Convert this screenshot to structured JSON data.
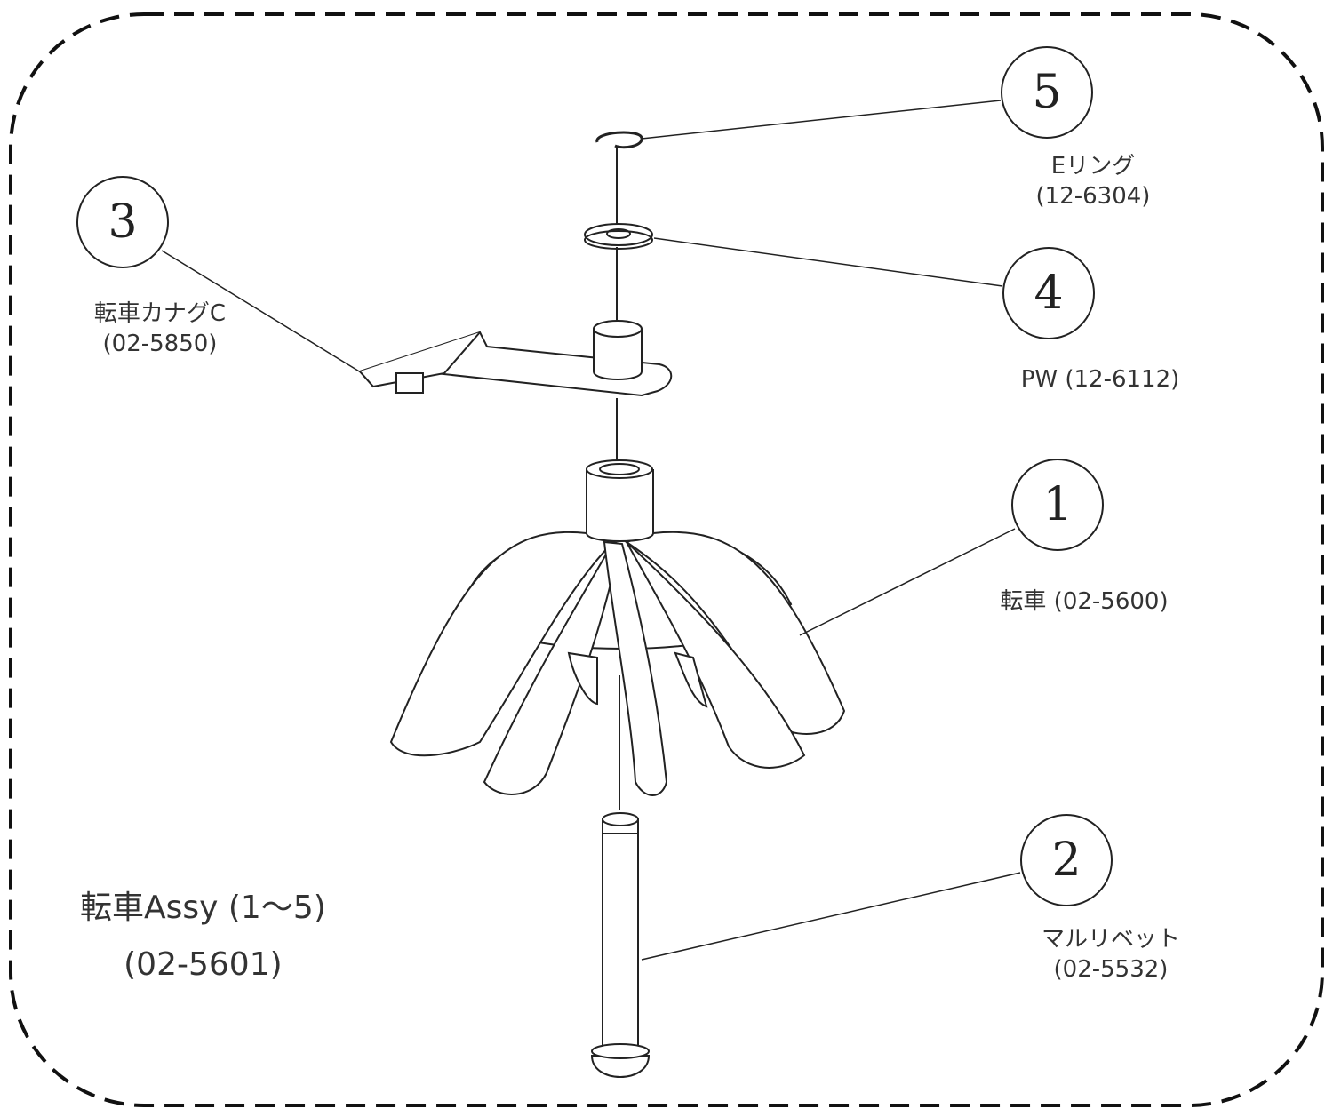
{
  "callouts": [
    {
      "number": "5",
      "name": "Eリング",
      "code": "(12-6304)"
    },
    {
      "number": "4",
      "name": "PW",
      "code": "(12-6112)"
    },
    {
      "number": "3",
      "name": "転車カナグC",
      "code": "(02-5850)"
    },
    {
      "number": "1",
      "name": "転車",
      "code": "(02-5600)"
    },
    {
      "number": "2",
      "name": "マルリベット",
      "code": "(02-5532)"
    }
  ],
  "assembly": {
    "name": "転車Assy (1〜5)",
    "code": "(02-5601)"
  },
  "colors": {
    "line": "#222222",
    "background": "#ffffff"
  }
}
